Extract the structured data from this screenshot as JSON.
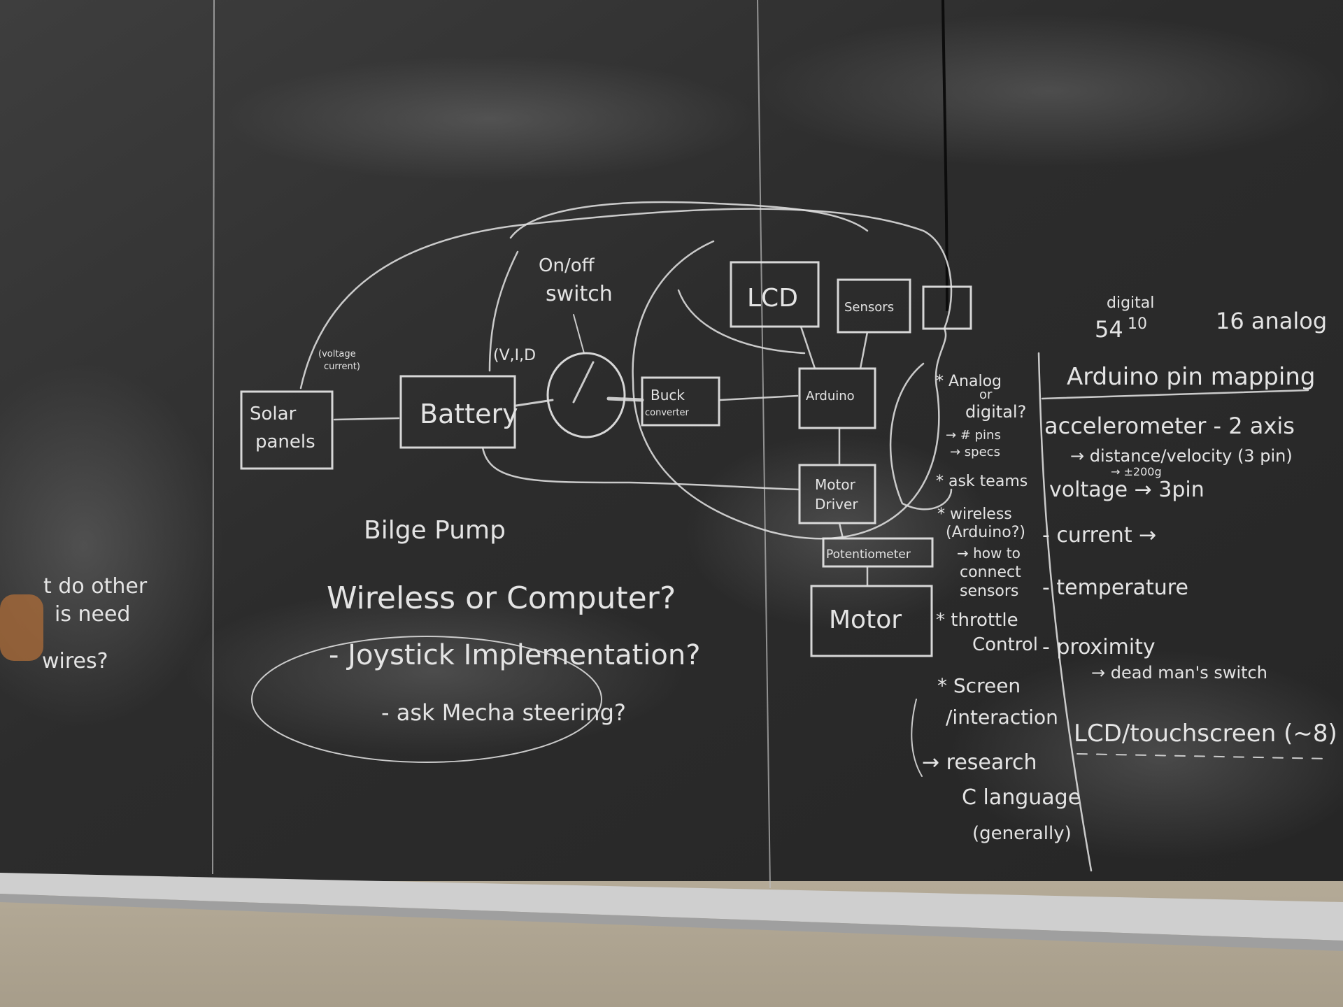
{
  "diagram": {
    "boxes": {
      "solar_panels": [
        "Solar",
        "panels"
      ],
      "battery": "Battery",
      "lcd": "LCD",
      "sensors": "Sensors",
      "buck_converter": [
        "Buck",
        "converter"
      ],
      "arduino": "Arduino",
      "motor_driver": [
        "Motor",
        "Driver"
      ],
      "potentiometer": "Potentiometer",
      "motor": "Motor"
    },
    "labels": {
      "on_off_switch": [
        "On/off",
        "switch"
      ],
      "voltage_current": [
        "(voltage",
        "current)"
      ],
      "v_i_d": "(V,I,D",
      "digital": "digital",
      "digital_count": "54",
      "digital_sup": "10",
      "analog_count": "16 analog"
    }
  },
  "left_notes": {
    "bilge": "Bilge Pump",
    "wireless": "Wireless or Computer?",
    "joystick": "- Joystick Implementation?",
    "mecha": "- ask Mecha steering?"
  },
  "far_left_fragments": [
    "t do other",
    "is need",
    "wires?"
  ],
  "questions": {
    "analog_digital": [
      "* Analog",
      "or",
      "digital?"
    ],
    "pins_specs": [
      "→ # pins",
      "→ specs"
    ],
    "ask_teams": "* ask teams",
    "wireless": [
      "* wireless",
      "(Arduino?)",
      "→ how to",
      "connect",
      "sensors"
    ],
    "throttle": [
      "* throttle",
      "Control"
    ],
    "screen": [
      "* Screen",
      "/interaction"
    ],
    "research": [
      "→ research",
      "C language",
      "(generally)"
    ]
  },
  "pin_mapping": {
    "title": "Arduino pin mapping",
    "accelerometer": "accelerometer - 2 axis",
    "distance": "→ distance/velocity (3 pin)",
    "note_200g": "→ ±200g",
    "voltage": "voltage → 3pin",
    "current": "- current →",
    "temperature": "- temperature",
    "proximity": "- proximity",
    "dead_man": "→ dead man's switch",
    "lcd": "LCD/touchscreen (~8)"
  }
}
